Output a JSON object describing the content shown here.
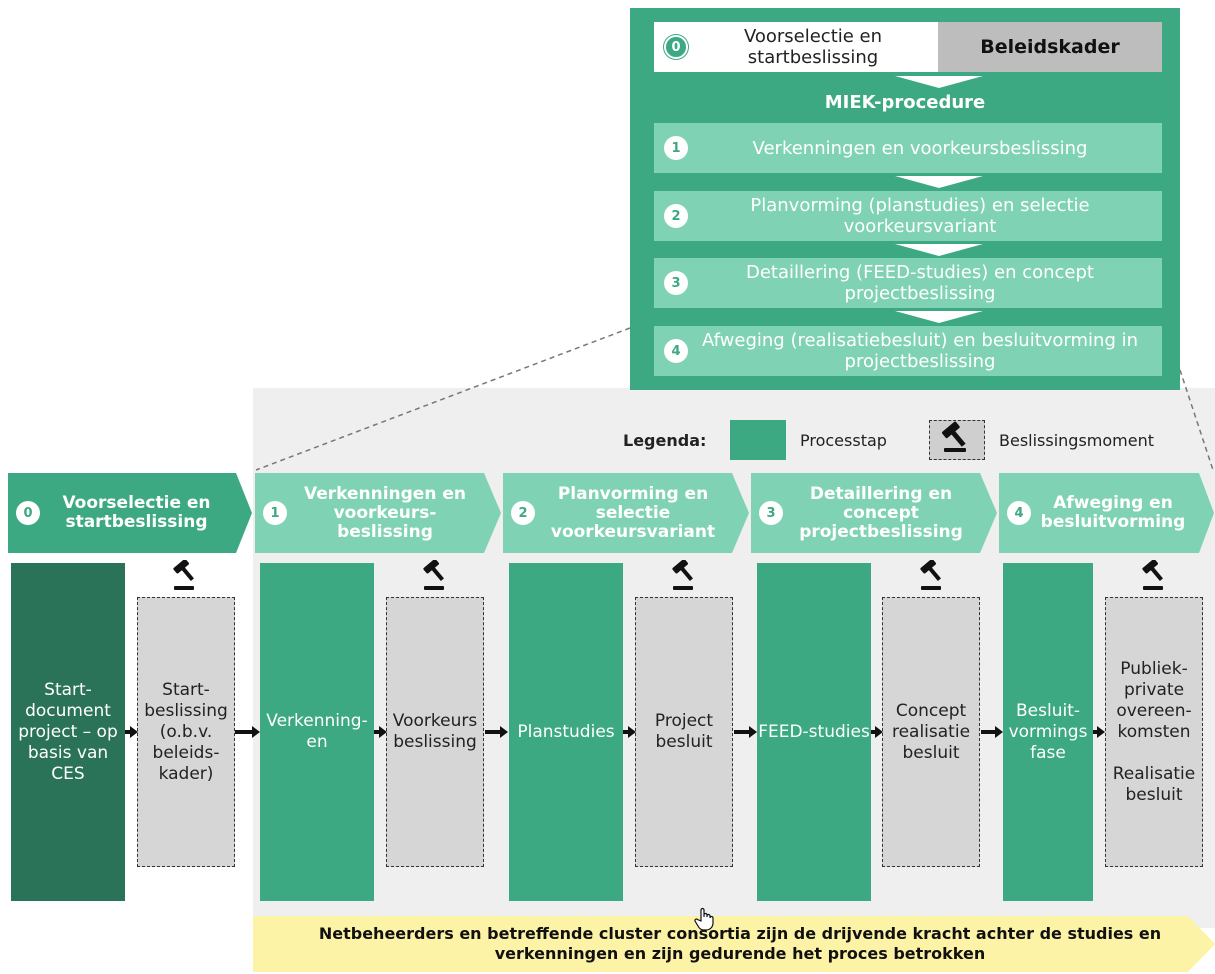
{
  "miek": {
    "step0": {
      "num": "0",
      "label": "Voorselectie en startbeslissing",
      "badge": "Beleidskader"
    },
    "title": "MIEK-procedure",
    "steps": [
      {
        "num": "1",
        "label": "Verkenningen en voorkeursbeslissing"
      },
      {
        "num": "2",
        "label": "Planvorming (planstudies) en selectie voorkeursvariant"
      },
      {
        "num": "3",
        "label": "Detaillering (FEED-studies) en concept projectbeslissing"
      },
      {
        "num": "4",
        "label": "Afweging (realisatiebesluit) en besluitvorming in projectbeslissing"
      }
    ]
  },
  "legend": {
    "title": "Legenda:",
    "process": "Processtap",
    "decision": "Beslissingsmoment"
  },
  "phases": [
    {
      "num": "0",
      "label": "Voorselectie en startbeslissing",
      "process": "Start-document project – op basis van CES",
      "decision": "Start-beslissing (o.b.v. beleids-kader)"
    },
    {
      "num": "1",
      "label": "Verkenningen en voorkeurs-beslissing",
      "process": "Verkenning-en",
      "decision": "Voorkeurs beslissing"
    },
    {
      "num": "2",
      "label": "Planvorming en selectie voorkeursvariant",
      "process": "Planstudies",
      "decision": "Project besluit"
    },
    {
      "num": "3",
      "label": "Detaillering en concept projectbeslissing",
      "process": "FEED-studies",
      "decision": "Concept realisatie besluit"
    },
    {
      "num": "4",
      "label": "Afweging en besluitvorming",
      "process": "Besluit-vormings fase",
      "decision": "Publiek-private overeen-komsten\n\nRealisatie besluit"
    }
  ],
  "banner": {
    "text": "Netbeheerders en betreffende cluster consortia zijn de drijvende kracht achter de studies en verkenningen en zijn gedurende het proces betrokken"
  },
  "colors": {
    "process_green": "#3ca982",
    "process_dark": "#2a7358",
    "phase_light": "#7fd3b4",
    "decision_gray": "#d6d6d6",
    "banner_yellow": "#fcf3a6"
  }
}
